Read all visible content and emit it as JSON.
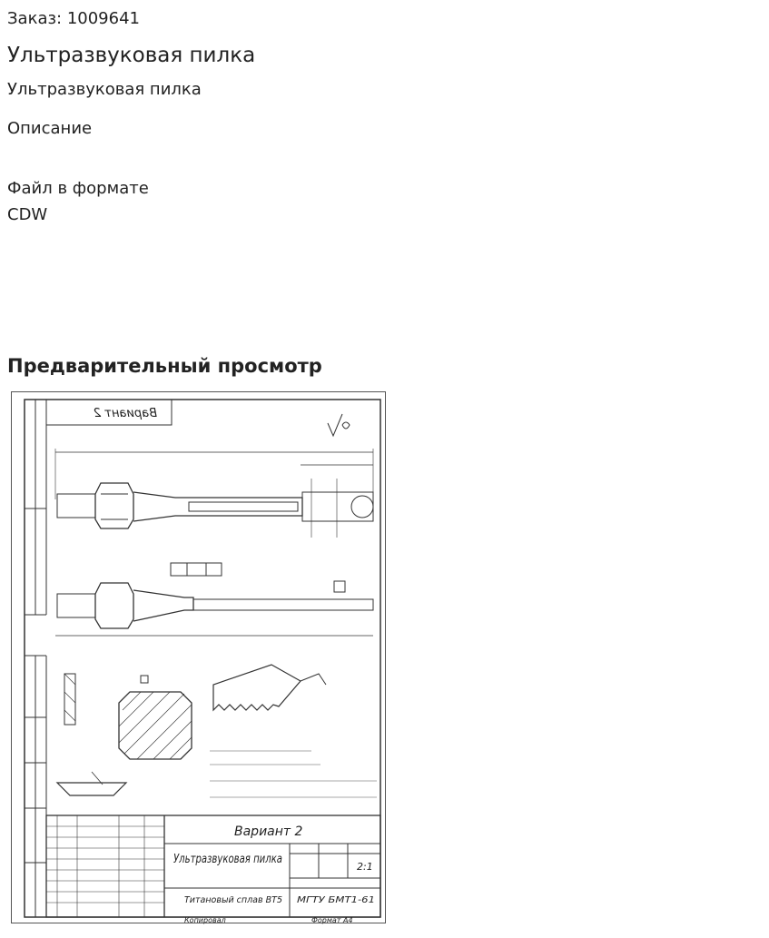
{
  "order": {
    "label": "Заказ: 1009641"
  },
  "product": {
    "title": "Ультразвуковая пилка",
    "subtitle": "Ультразвуковая пилка"
  },
  "description": {
    "label": "Описание",
    "file_text": "Файл в формате CDW"
  },
  "preview": {
    "heading": "Предварительный просмотр",
    "drawing": {
      "variant_stamp": "Вариант 2",
      "variant_title": "Вариант 2",
      "part_name": "Ультразвуковая пилка",
      "material": "Титановый сплав ВТ5",
      "organization": "МГТУ БМТ1-61",
      "sheet_scale": "2:1",
      "copied_label": "Копировал",
      "format_label": "Формат А4"
    }
  }
}
